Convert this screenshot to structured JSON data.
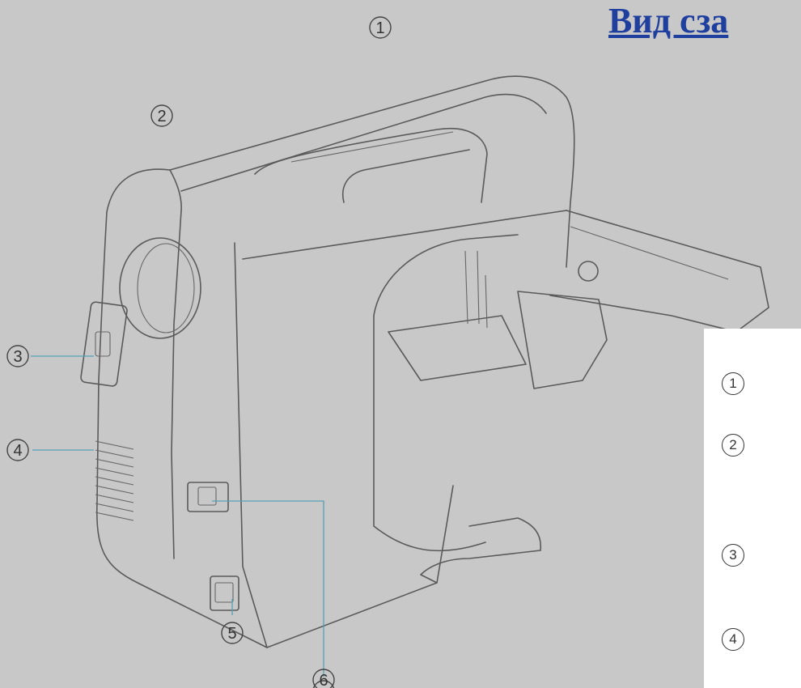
{
  "title": "Вид сза",
  "callouts": [
    "1",
    "2",
    "3",
    "4",
    "5",
    "6"
  ],
  "legend": {
    "items": [
      "1",
      "2",
      "3",
      "4"
    ]
  }
}
